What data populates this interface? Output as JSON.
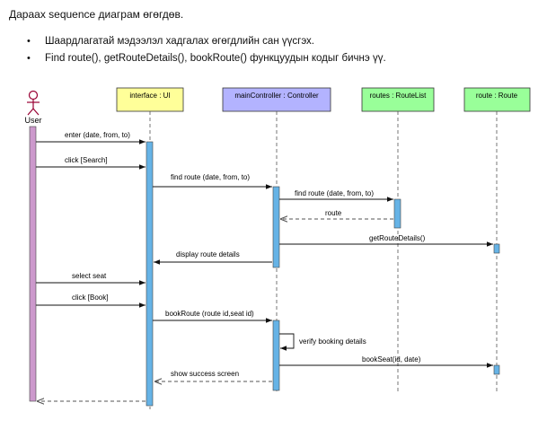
{
  "intro": "Дараах sequence диаграм өгөгдөв.",
  "tasks": [
    "Шаардлагатай мэдээлэл хадгалах өгөгдлийн сан үүсгэх.",
    "Find route(), getRouteDetails(), bookRoute() функцуудын кодыг бичнэ үү."
  ],
  "bullet_glyph": "•",
  "diagram": {
    "actor": {
      "label": "User"
    },
    "lifelines": [
      {
        "label": "interface : UI",
        "fill": "#ffff99"
      },
      {
        "label": "mainController : Controller",
        "fill": "#b3b3ff"
      },
      {
        "label": "routes : RouteList",
        "fill": "#99ff99"
      },
      {
        "label": "route : Route",
        "fill": "#99ff99"
      }
    ],
    "messages": [
      {
        "label": "enter (date, from, to)"
      },
      {
        "label": "click [Search]"
      },
      {
        "label": "find route (date, from, to)"
      },
      {
        "label": "find route (date, from, to)"
      },
      {
        "label": "route"
      },
      {
        "label": "getRouteDetails()"
      },
      {
        "label": "display route details"
      },
      {
        "label": "select seat"
      },
      {
        "label": "click [Book]"
      },
      {
        "label": "bookRoute (route id,seat id)"
      },
      {
        "label": "verify booking details"
      },
      {
        "label": "bookSeat(id, date)"
      },
      {
        "label": "show success screen"
      },
      {
        "label": ""
      }
    ],
    "colors": {
      "actor_activation": "#cc99cc",
      "activation": "#66b3e6",
      "actor_stroke": "#990033",
      "line": "#333333"
    }
  }
}
